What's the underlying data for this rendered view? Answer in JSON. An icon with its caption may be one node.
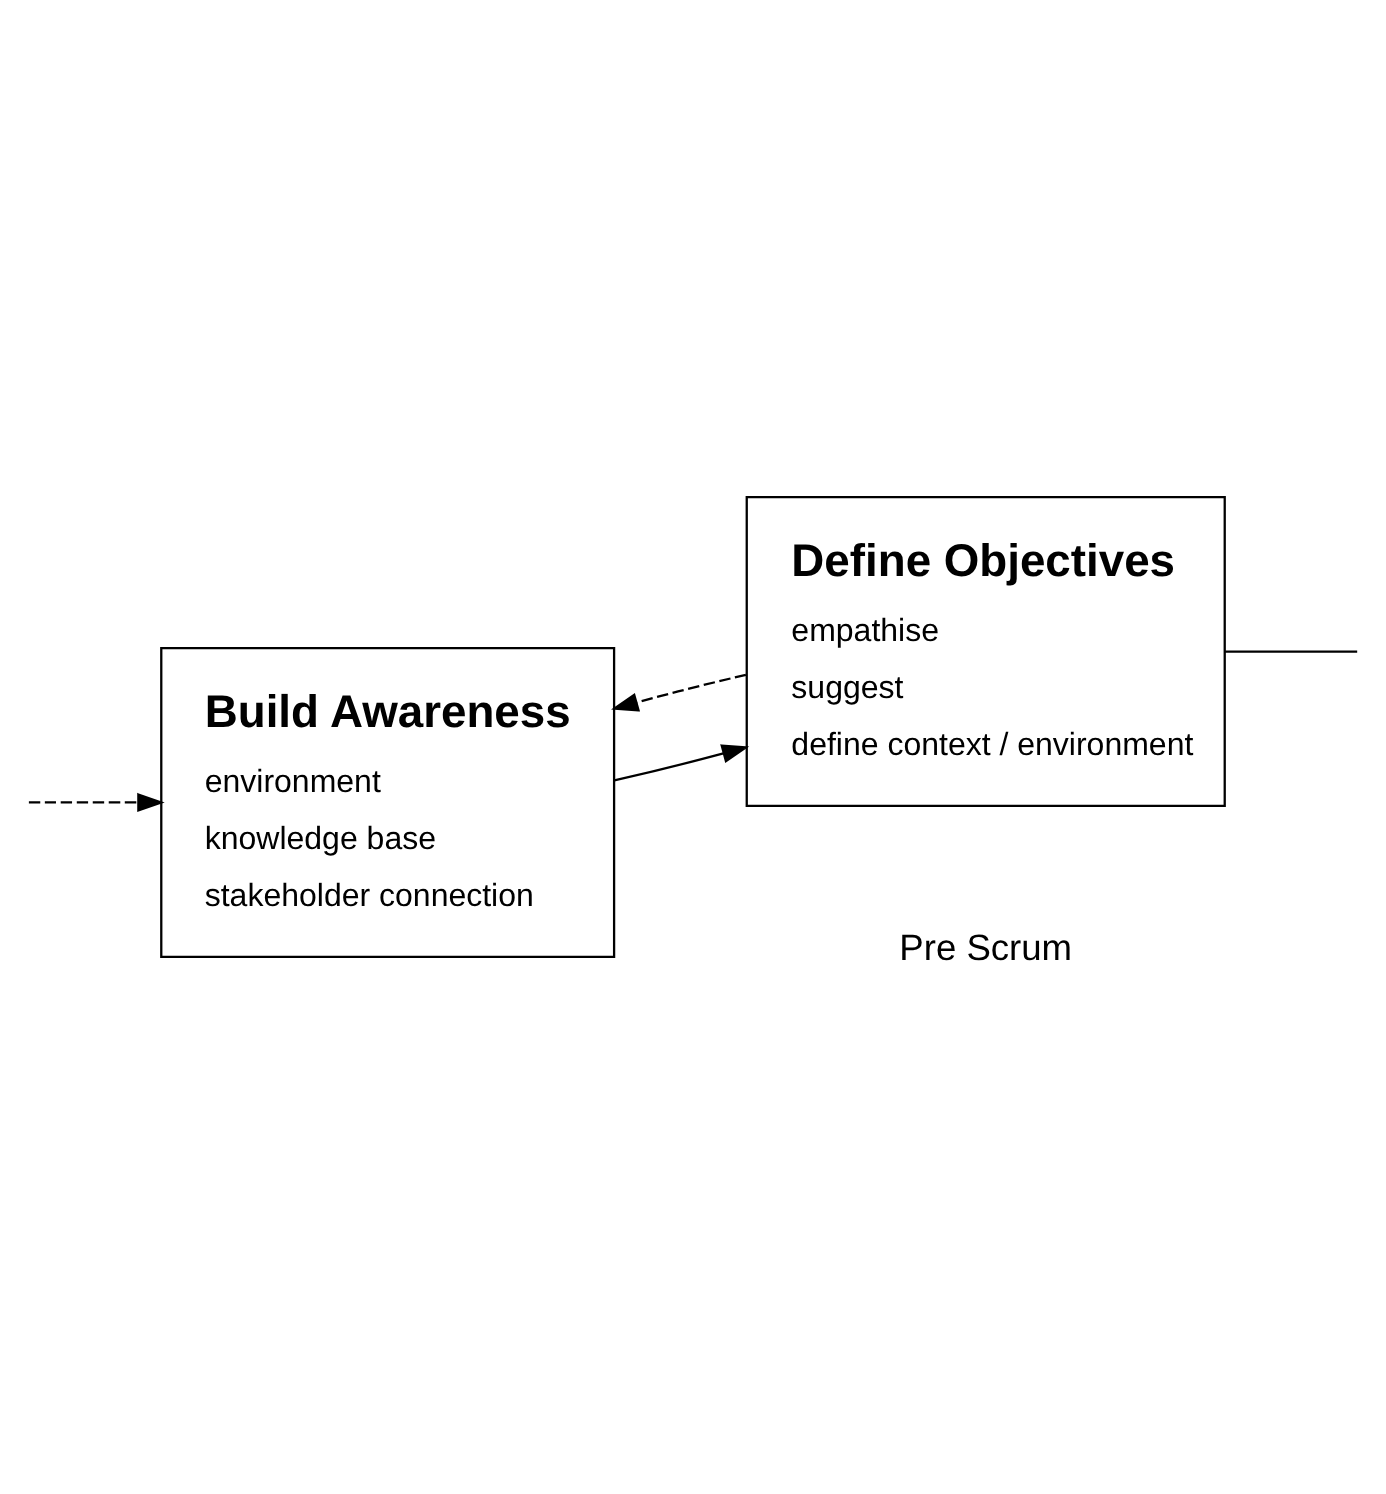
{
  "diagram": {
    "nodes": [
      {
        "text": [
          "Build Awareness",
          "environment",
          "knowledge base",
          "stakeholder connection"
        ]
      },
      {
        "text": [
          "Define Objectives",
          "empathise",
          "suggest",
          "define context / environment"
        ]
      }
    ],
    "edges": [
      {
        "from": 0,
        "to": 1,
        "arrow": "to"
      },
      {
        "from": 1,
        "to": null,
        "arrow": "none"
      },
      {
        "from": 1,
        "to": 0,
        "arrow": "to",
        "style": "dashed"
      },
      {
        "from": null,
        "to": 0,
        "arrow": "to",
        "style": "dashed"
      }
    ],
    "labels": [
      "Pre Scrum"
    ]
  }
}
